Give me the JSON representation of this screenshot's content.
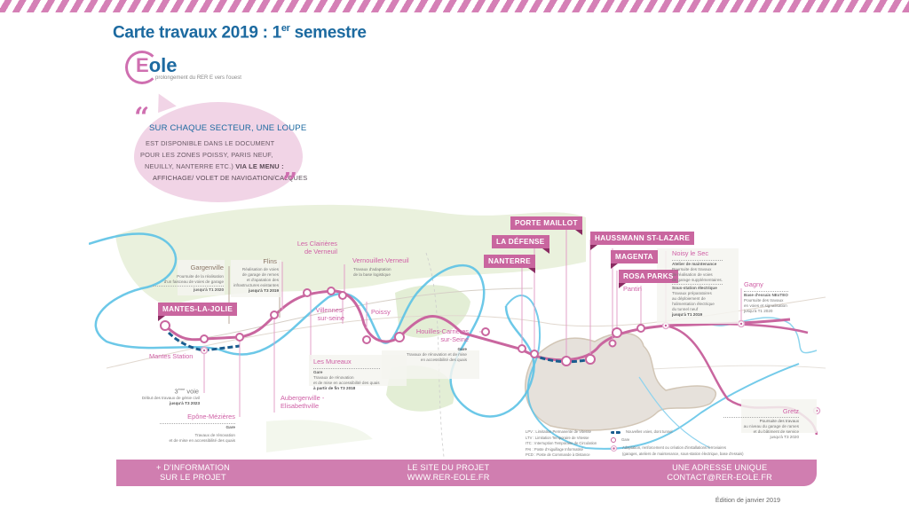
{
  "header": {
    "title": "Carte travaux 2019 : 1",
    "title_sup": "er",
    "title_end": " semestre",
    "stripe_color": "#d580b6",
    "title_color": "#1c6aa0"
  },
  "logo": {
    "e": "E",
    "rest": "ole",
    "subtitle": "prolongement du RER E vers l'ouest"
  },
  "bubble": {
    "heading": "SUR CHAQUE SECTEUR, UNE LOUPE",
    "line1": "EST DISPONIBLE DANS LE DOCUMENT",
    "line2": "POUR LES ZONES POISSY, PARIS NEUF,",
    "line3a": "NEUILLY, NANTERRE ETC.) ",
    "line3b": "VIA LE MENU :",
    "line4": "AFFICHAGE/ VOLET DE NAVIGATION/CALQUES"
  },
  "stations_tags": {
    "mantes_la_jolie": "MANTES-LA-JOLIE",
    "porte_maillot": "PORTE MAILLOT",
    "la_defense": "LA DÉFENSE",
    "nanterre": "NANTERRE",
    "haussmann": "HAUSSMANN ST-LAZARE",
    "magenta": "MAGENTA",
    "rosa_parks": "ROSA PARKS"
  },
  "sites": {
    "gargenville": {
      "name": "Gargenville",
      "desc1": "Poursuite de la réalisation",
      "desc2": "d'un faisceau de voies de garage",
      "when": "jusqu'à T1 2020"
    },
    "flins": {
      "name": "Flins",
      "desc1": "Réalisation de voies",
      "desc2": "de garage de remes",
      "desc3": "et d'apatation des",
      "desc4": "infrastructures existantes",
      "when": "jusqu'à T3 2019"
    },
    "clairieres": {
      "name1": "Les Clairières",
      "name2": "de Verneuil"
    },
    "vernouillet": {
      "name": "Vernouillet-Verneuil",
      "desc1": "Travaux d'adaptation",
      "desc2": "de la base logistique"
    },
    "villennes": {
      "name1": "Villennes-",
      "name2": "sur-seine"
    },
    "poissy": {
      "name": "Poissy"
    },
    "houilles": {
      "name1": "Houilles-Carrières",
      "name2": "sur-Seine",
      "type": "Gare",
      "desc1": "Travaux de rénovation et de mise",
      "desc2": "en accessibilité des quais"
    },
    "mantes_station": {
      "name": "Mantes Station"
    },
    "troisieme_voie": {
      "name": "3",
      "sup": "ème",
      "name_end": " voie",
      "desc1": "Début des travaux de génie civil",
      "when": "jusqu'à T3 2023"
    },
    "epone": {
      "name": "Epône-Mézières",
      "type": "Gare",
      "desc1": "Travaux de rénovation",
      "desc2": "et de mise en accessibilité des quais"
    },
    "aubergenville": {
      "name1": "Aubergenville -",
      "name2": "Elisabethville"
    },
    "mureaux": {
      "name": "Les Mureaux",
      "type": "Gare",
      "desc1": "Travaux de rénovation",
      "desc2": "et de mise en accessibilité des quais",
      "when": "à partir de fin T3 2018"
    },
    "pantin": {
      "name": "Pantin"
    },
    "noisy": {
      "name": "Noisy le Sec",
      "sub1": "Atelier de maintenance",
      "desc1": "Poursuite des travaux",
      "desc2": "de réalisation de voies",
      "desc3": "de garage supplémentaires.",
      "sub2": "Sous-station électrique",
      "desc4": "Travaux préparatoires",
      "desc5": "au déploiement de",
      "desc6": "l'alimentation électrique",
      "desc7": "du tunnel neuf",
      "when": "jusqu'à T1 2019"
    },
    "gagny": {
      "name": "Gagny",
      "sub": "Base d'essais NExTEO",
      "desc1": "Poursuite des travaux",
      "desc2": "en voies et signalisation",
      "when": "jusqu'à T1 2020"
    },
    "gretz": {
      "name": "Gretz",
      "desc1": "Poursuite des travaux",
      "desc2": "au niveau du garage de rames",
      "desc3": "et du bâtiment de service",
      "when": "jusqu'à T3 2020"
    }
  },
  "legend": {
    "abbr": [
      "LPV : Limitation Permanente de Vitesse",
      "LTV : Limitation Temporaire de Vitesse",
      "ITC : Interruption Temporaire de Circulation",
      "PAI : Poste d'Aiguillage Informatisé",
      "PCD : Poste de Commande à Distance"
    ],
    "new_tracks": "Nouvelles voies, dont tunnel",
    "station": "Gare",
    "adaptation1": "Adaptation, renforcement ou création d'installations ferroviaires",
    "adaptation2": "(garages, ateliers de maintenance, sous-station électrique, base d'essais)"
  },
  "footer": {
    "info1": "+ D'INFORMATION",
    "info2": "SUR LE PROJET",
    "site1": "LE SITE DU PROJET",
    "site2": "WWW.RER-EOLE.FR",
    "mail1": "UNE ADRESSE UNIQUE",
    "mail2": "CONTACT@RER-EOLE.FR",
    "bar_color": "#d07eb0"
  },
  "edition": "Édition de janvier 2019",
  "colors": {
    "line": "#c9669f",
    "river": "#5cc2e6",
    "new_track": "#1a5d8f",
    "paris": "#e6e1db",
    "green": "#e4efd6"
  }
}
